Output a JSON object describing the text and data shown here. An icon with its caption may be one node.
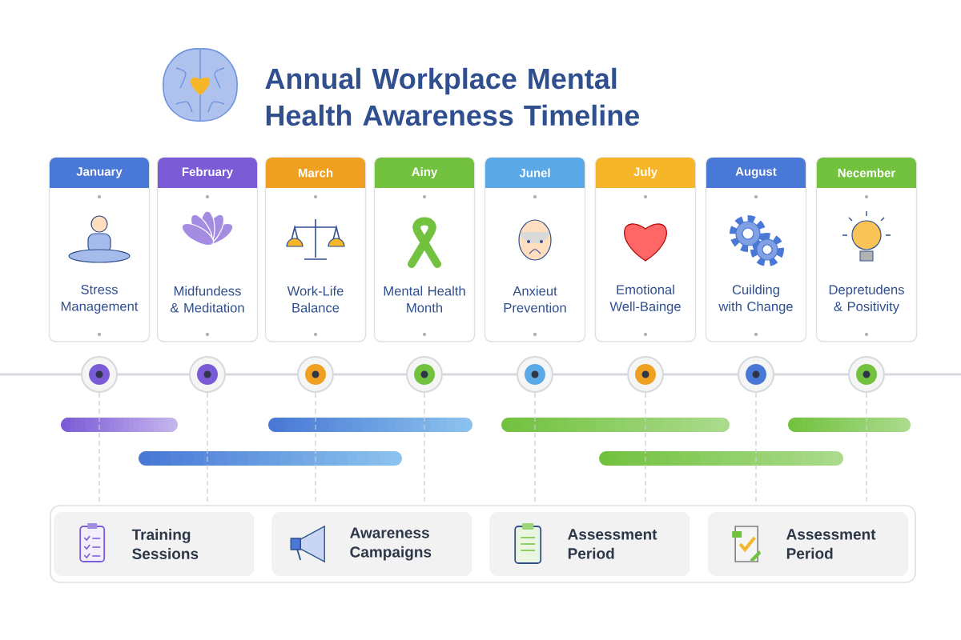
{
  "diagram": {
    "title": "Annual Workplace Mental Health Awareness Timeline",
    "nodes": [
      {
        "text": [
          "January",
          "Stress Management"
        ]
      },
      {
        "text": [
          "February",
          "Midfundess & Meditation"
        ]
      },
      {
        "text": [
          "March",
          "Work-Life Balance"
        ]
      },
      {
        "text": [
          "Ainy",
          "Mental Health Month"
        ]
      },
      {
        "text": [
          "Junel",
          "Anxieut Prevention"
        ]
      },
      {
        "text": [
          "July",
          "Emotional Well-Bainge"
        ]
      },
      {
        "text": [
          "August",
          "Cuilding with Change"
        ]
      },
      {
        "text": [
          "Necember",
          "Depretudens & Positivity"
        ]
      },
      {
        "text": [],
        "shape": "circle"
      },
      {
        "text": [],
        "shape": "circle"
      },
      {
        "text": [],
        "shape": "circle"
      },
      {
        "text": [],
        "shape": "circle"
      },
      {
        "text": [],
        "shape": "circle"
      },
      {
        "text": [],
        "shape": "circle"
      },
      {
        "text": [],
        "shape": "circle"
      },
      {
        "text": [],
        "shape": "circle"
      },
      {
        "text": [],
        "shape": "box"
      },
      {
        "text": [
          "Training Sessions"
        ],
        "in": 16
      },
      {
        "text": [
          "Awareness Campaigns"
        ],
        "in": 16
      },
      {
        "text": [
          "Assessment Period"
        ],
        "in": 16
      },
      {
        "text": [
          "Assessment Period"
        ],
        "in": 16
      }
    ],
    "edges": [
      {
        "from": null,
        "to": 8,
        "arrow": "none"
      },
      {
        "from": 8,
        "to": 9,
        "arrow": "none"
      },
      {
        "from": 9,
        "to": 10,
        "arrow": "none"
      },
      {
        "from": 10,
        "to": 11,
        "arrow": "none"
      },
      {
        "from": 11,
        "to": 12,
        "arrow": "none"
      },
      {
        "from": 12,
        "to": 13,
        "arrow": "none"
      },
      {
        "from": 13,
        "to": 14,
        "arrow": "none"
      },
      {
        "from": 14,
        "to": 15,
        "arrow": "none"
      },
      {
        "from": 15,
        "to": null,
        "arrow": "none"
      },
      {
        "from": 8,
        "to": 16,
        "arrow": "none",
        "style": "dashed",
        "color": "#c8ccd2"
      },
      {
        "from": 9,
        "to": 16,
        "arrow": "none",
        "style": "dashed",
        "color": "#c8ccd2"
      },
      {
        "from": 10,
        "to": 16,
        "arrow": "none",
        "style": "dashed",
        "color": "#c8ccd2"
      },
      {
        "from": 11,
        "to": 16,
        "arrow": "none",
        "style": "dashed",
        "color": "#c8ccd2"
      },
      {
        "from": 12,
        "to": 16,
        "arrow": "none",
        "style": "dashed",
        "color": "#c8ccd2"
      },
      {
        "from": 13,
        "to": 16,
        "arrow": "none",
        "style": "dashed",
        "color": "#c8ccd2"
      },
      {
        "from": 14,
        "to": 16,
        "arrow": "none",
        "style": "dashed",
        "color": "#c8ccd2"
      },
      {
        "from": 15,
        "to": 16,
        "arrow": "none",
        "style": "dashed",
        "color": "#c8ccd2"
      }
    ]
  }
}
